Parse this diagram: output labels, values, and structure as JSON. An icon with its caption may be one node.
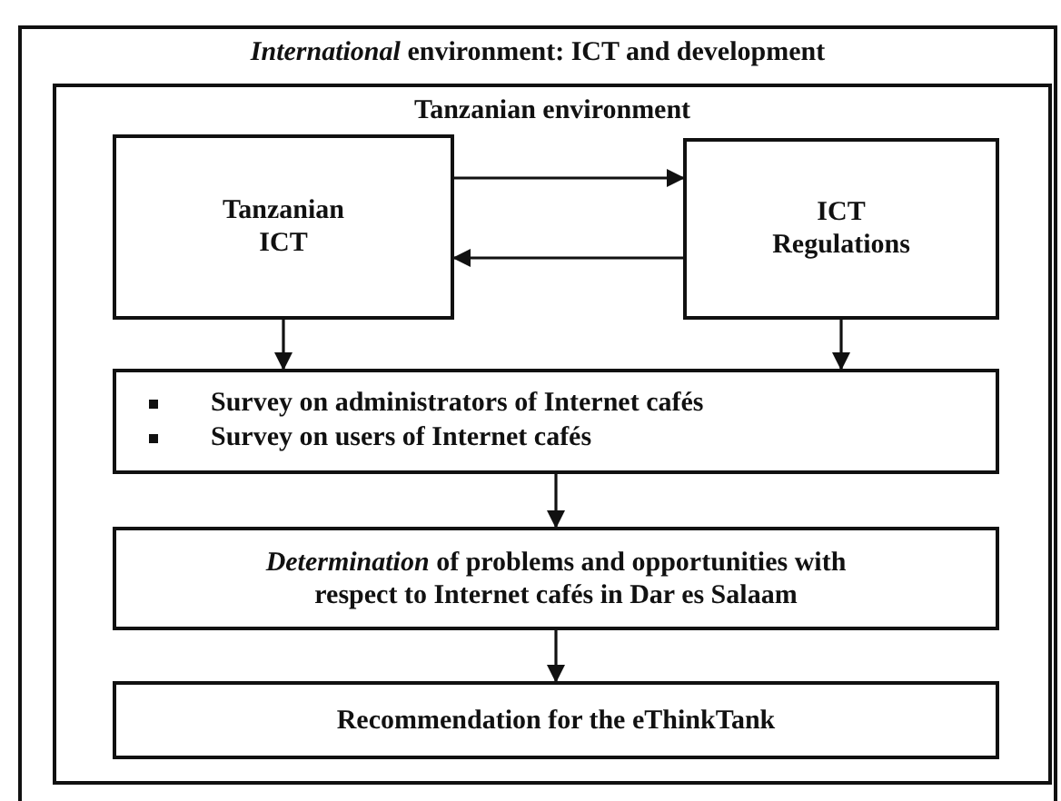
{
  "diagram": {
    "nodes": [
      {
        "text": [
          "*International* environment: ICT and development"
        ]
      },
      {
        "text": [
          "Tanzanian environment"
        ],
        "in": 0
      },
      {
        "text": [
          "Tanzanian ICT"
        ],
        "in": 1
      },
      {
        "text": [
          "ICT Regulations"
        ],
        "in": 1
      },
      {
        "text": [
          "Survey on administrators of Internet cafés",
          "Survey on users of Internet cafés"
        ],
        "in": 1
      },
      {
        "text": [
          "*Determination* of problems and opportunities with respect to Internet cafés in Dar es Salaam"
        ],
        "in": 1
      },
      {
        "text": [
          "Recommendation for the eThinkTank"
        ],
        "in": 1
      }
    ],
    "edges": [
      {
        "from": 2,
        "to": 3,
        "arrow": "to"
      },
      {
        "from": 3,
        "to": 2,
        "arrow": "to"
      },
      {
        "from": 2,
        "to": 4,
        "arrow": "to"
      },
      {
        "from": 3,
        "to": 4,
        "arrow": "to"
      },
      {
        "from": 4,
        "to": 5,
        "arrow": "to"
      },
      {
        "from": 5,
        "to": 6,
        "arrow": "to"
      }
    ]
  }
}
